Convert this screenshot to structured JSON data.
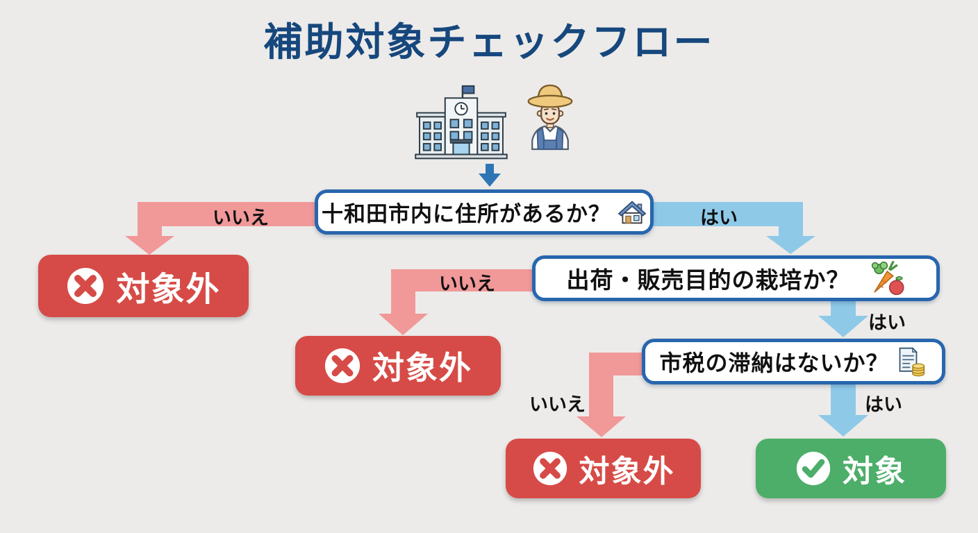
{
  "title": "補助対象チェックフロー",
  "start": {
    "icons": [
      {
        "name": "city-hall-icon"
      },
      {
        "name": "farmer-icon"
      }
    ]
  },
  "labels": {
    "yes": "はい",
    "no": "いいえ"
  },
  "decisions": [
    {
      "text": "十和田市内に住所があるか？",
      "icon": "house-icon"
    },
    {
      "text": "出荷・販売目的の栽培か？",
      "icon": "vegetables-icon"
    },
    {
      "text": "市税の滞納はないか？",
      "icon": "tax-document-coins-icon"
    }
  ],
  "outcomes": {
    "not_eligible": "対象外",
    "eligible": "対象"
  },
  "colors": {
    "background": "#ecebe9",
    "title": "#16477d",
    "decision_border": "#2866ad",
    "no_arrow": "#f19899",
    "yes_arrow": "#8fc9e8",
    "start_arrow": "#2e75b6",
    "not_eligible_bg": "#d64b47",
    "eligible_bg": "#4cae69"
  }
}
